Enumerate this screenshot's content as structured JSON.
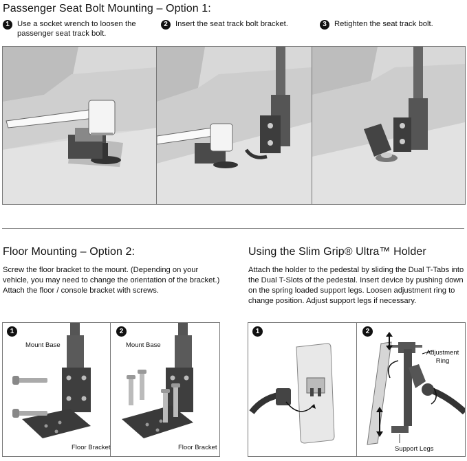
{
  "section1": {
    "title": "Passenger Seat Bolt Mounting – Option 1:",
    "steps": [
      {
        "num": "1",
        "text": "Use a socket wrench to loosen the passenger seat track bolt."
      },
      {
        "num": "2",
        "text": "Insert the seat track bolt bracket."
      },
      {
        "num": "3",
        "text": "Retighten the seat track bolt."
      }
    ]
  },
  "section2": {
    "title": "Floor Mounting – Option 2:",
    "body": "Screw the floor bracket to the mount. (Depending on your vehicle, you may need to change the orientation of the bracket.) Attach the floor / console bracket with screws.",
    "fig1": {
      "num": "1",
      "mount_base": "Mount Base",
      "floor_bracket": "Floor Bracket"
    },
    "fig2": {
      "num": "2",
      "mount_base": "Mount Base",
      "floor_bracket": "Floor Bracket"
    }
  },
  "section3": {
    "title": "Using the Slim Grip® Ultra™ Holder",
    "body": "Attach the holder to the pedestal by sliding the Dual T-Tabs into the Dual T-Slots of the pedestal. Insert device by pushing down on the spring loaded support legs. Loosen adjustment ring to change position. Adjust support legs if necessary.",
    "fig1": {
      "num": "1"
    },
    "fig2": {
      "num": "2",
      "adjustment_ring": "Adjustment Ring",
      "support_legs": "Support Legs"
    }
  }
}
